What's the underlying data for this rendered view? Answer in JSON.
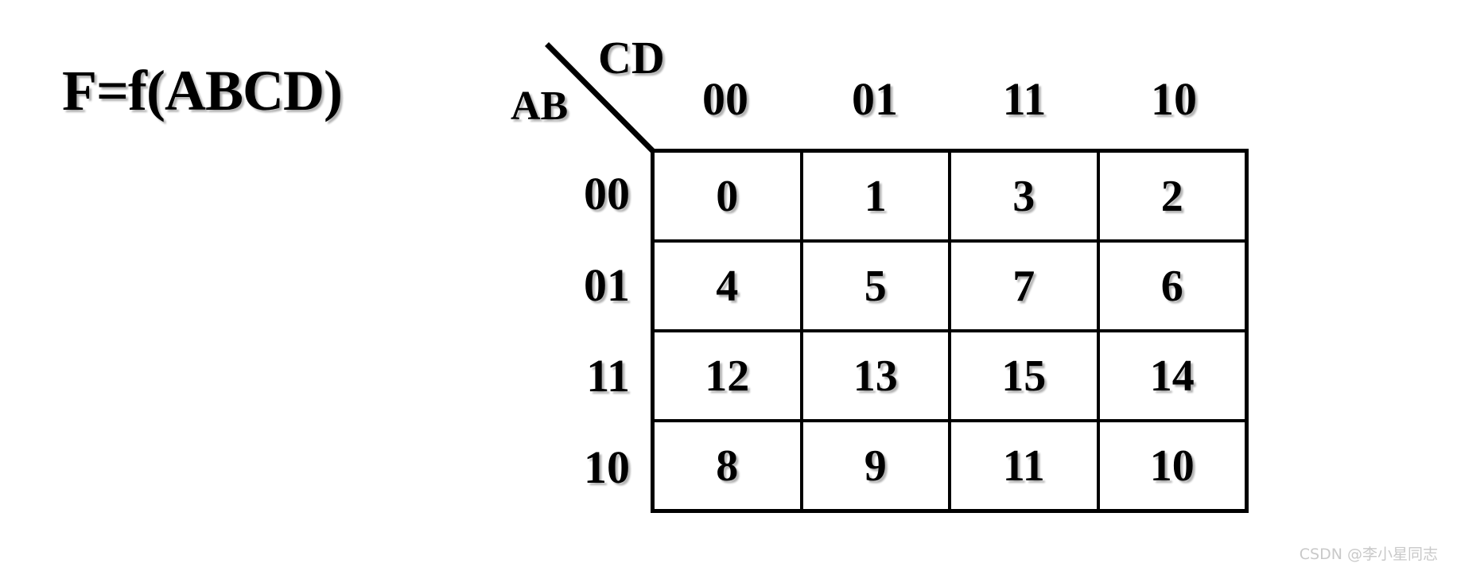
{
  "title": {
    "formula": "F=f(ABCD)"
  },
  "kmap": {
    "corner": {
      "column_variable_label": "CD",
      "row_variable_label": "AB"
    },
    "column_headers": [
      "00",
      "01",
      "11",
      "10"
    ],
    "row_headers": [
      "00",
      "01",
      "11",
      "10"
    ],
    "cells": [
      [
        "0",
        "1",
        "3",
        "2"
      ],
      [
        "4",
        "5",
        "7",
        "6"
      ],
      [
        "12",
        "13",
        "15",
        "14"
      ],
      [
        "8",
        "9",
        "11",
        "10"
      ]
    ]
  },
  "watermark": {
    "text": "CSDN @李小星同志"
  },
  "colors": {
    "background": "#ffffff",
    "ink": "#000000",
    "watermark": "#c9c9c9"
  }
}
